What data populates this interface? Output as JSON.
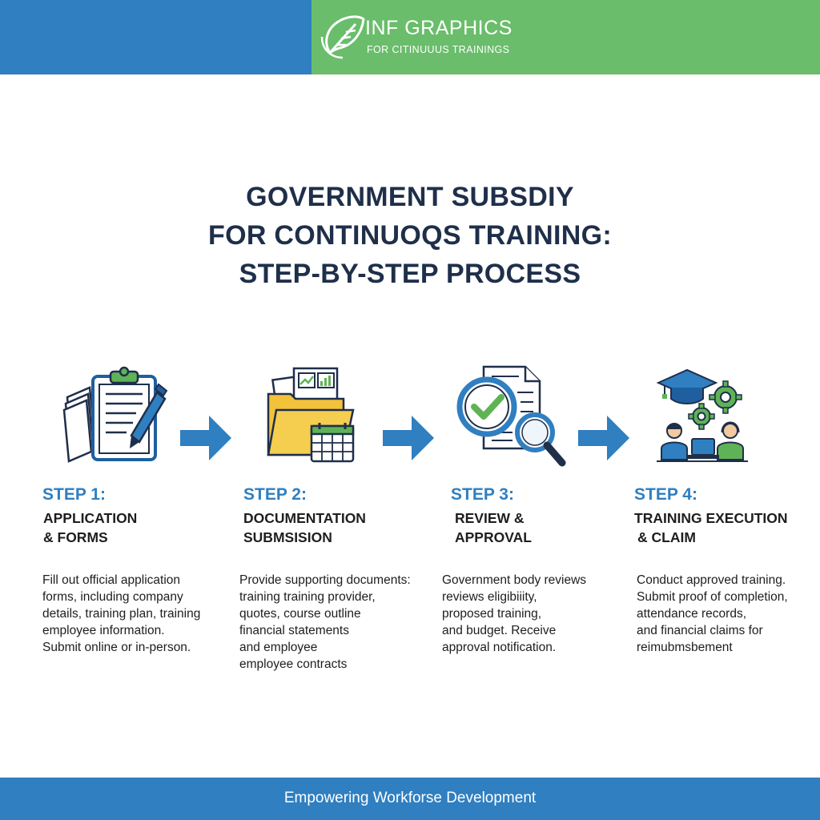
{
  "header": {
    "logo_title": "INF GRAPHICS",
    "logo_subtitle": "FOR CITINUUUS TRAININGS",
    "colors": {
      "left": "#2f7fc1",
      "right": "#6abd6b"
    }
  },
  "title": {
    "line1": "GOVERNMENT SUBSDIY",
    "line2": "FOR CONTINUOQS TRAINING:",
    "line3": "STEP-BY-STEP PROCESS"
  },
  "steps": [
    {
      "number": "STEP 1:",
      "name": [
        "APPLICATION",
        "& FORMS"
      ],
      "description": [
        "Fill out official application",
        "forms, including company",
        "details, training plan, training",
        "employee information.",
        "Submit online or in-person."
      ],
      "icon": "clipboard-pen-icon"
    },
    {
      "number": "STEP 2:",
      "name": [
        "DOCUMENTATION",
        "SUBMSISION"
      ],
      "description": [
        "Provide supporting documents:",
        "training training provider,",
        "quotes, course outline",
        "financial statements",
        "and employee",
        "employee contracts"
      ],
      "icon": "folder-calendar-icon"
    },
    {
      "number": "STEP 3:",
      "name": [
        "REVIEW &",
        "APPROVAL"
      ],
      "description": [
        "Government body reviews",
        "reviews eligibiiity,",
        "proposed training,",
        "and budget. Receive",
        "approval notification."
      ],
      "icon": "document-checkmark-magnifier-icon"
    },
    {
      "number": "STEP 4:",
      "name": [
        "TRAINING EXECUTION",
        "& CLAIM"
      ],
      "description": [
        "Conduct approved training.",
        "Submit proof of completion,",
        "attendance records,",
        "and financial claims for",
        "reimubmsbement"
      ],
      "icon": "graduation-gears-people-icon"
    }
  ],
  "footer": {
    "text": "Empowering Workforse Development"
  },
  "colors": {
    "accent_blue": "#2f7fc1",
    "accent_green": "#6abd6b",
    "navy": "#1f2f4a"
  }
}
